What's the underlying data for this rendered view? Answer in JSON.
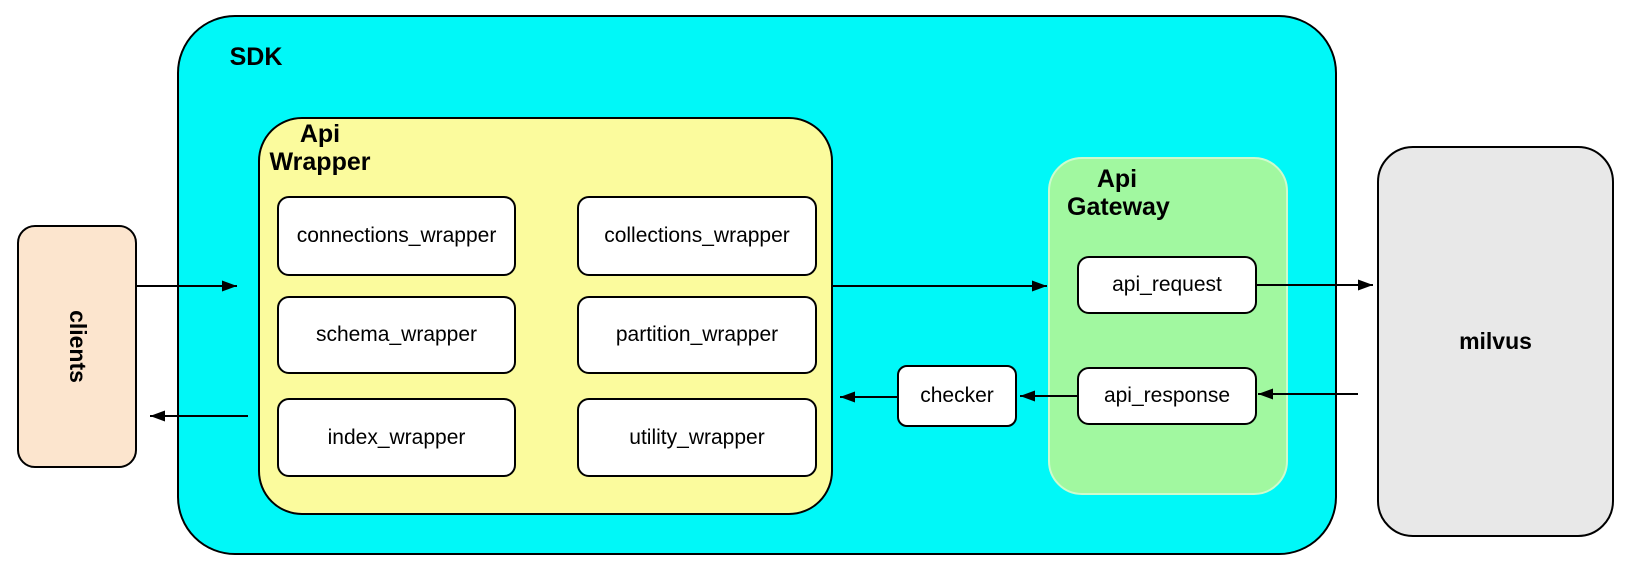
{
  "nodes": {
    "clients": "clients",
    "sdk": "SDK",
    "api_wrapper": "Api\nWrapper",
    "api_gateway": "Api\nGateway",
    "checker": "checker",
    "api_request": "api_request",
    "api_response": "api_response",
    "milvus": "milvus",
    "wrappers": [
      "connections_wrapper",
      "collections_wrapper",
      "schema_wrapper",
      "partition_wrapper",
      "index_wrapper",
      "utility_wrapper"
    ]
  },
  "flows": [
    {
      "from": "clients",
      "to": "SDK"
    },
    {
      "from": "Api Wrapper",
      "to": "api_request"
    },
    {
      "from": "api_request",
      "to": "milvus"
    },
    {
      "from": "milvus",
      "to": "api_response"
    },
    {
      "from": "api_response",
      "to": "checker"
    },
    {
      "from": "checker",
      "to": "Api Wrapper"
    },
    {
      "from": "SDK",
      "to": "clients"
    }
  ],
  "colors": {
    "sdk_fill": "#00f8f8",
    "api_wrapper_fill": "#fbfb9d",
    "api_gateway_fill": "#a1f8a0",
    "clients_fill": "#fce5ce",
    "milvus_fill": "#e8e8e8",
    "box_fill": "#ffffff",
    "stroke": "#000000"
  }
}
